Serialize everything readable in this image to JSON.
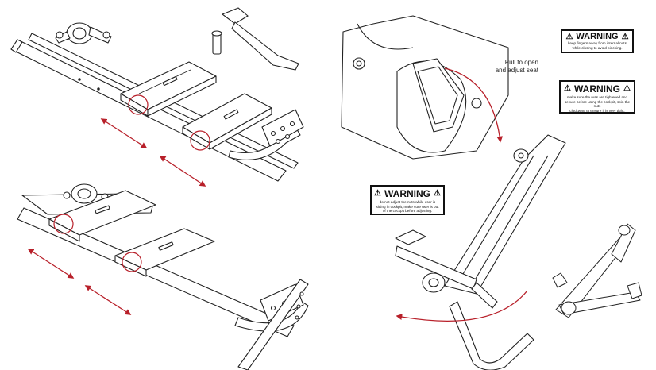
{
  "callouts": {
    "pull_to_open": [
      "Pull to open",
      "and adjust seat"
    ]
  },
  "warnings": [
    {
      "heading": "WARNING",
      "text": [
        "keep fingers away from internal nuts",
        "while closing to avoid pinching."
      ]
    },
    {
      "heading": "WARNING",
      "text": [
        "make sure the nuts are tightened and",
        "secure before using the cockpit, spin the nuts",
        "clockwise to ensure it is very tight."
      ]
    },
    {
      "heading": "WARNING",
      "text": [
        "do not adjust the nuts while user is",
        "sitting in cockpit, make sure user is out",
        "of the cockpit before adjusting."
      ]
    }
  ],
  "colors": {
    "line": "#222222",
    "accent_red": "#b8202a",
    "fill": "#ffffff"
  },
  "icons": [
    "warning-triangle-icon",
    "adjustment-lever-icon"
  ]
}
